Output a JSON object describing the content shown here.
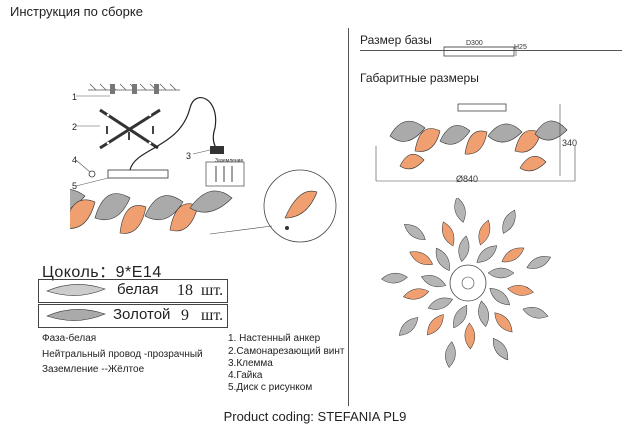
{
  "title": "Инструкция по сборке",
  "base": {
    "heading": "Размер базы",
    "diameter_label": "D300",
    "height_label": "H25"
  },
  "overall": {
    "heading": "Габаритные размеры",
    "height_label": "340",
    "diameter_label": "Ø840"
  },
  "assembly": {
    "callouts": [
      "1",
      "2",
      "3",
      "4",
      "5"
    ],
    "terminal_label": "Заземление"
  },
  "socket": {
    "text": "Цоколь：9*E14"
  },
  "leaves": [
    {
      "label": "белая",
      "count": "18",
      "unit": "шт."
    },
    {
      "label": "Золотой",
      "count": "9",
      "unit": "шт."
    }
  ],
  "wiring": [
    "Фаза-белая",
    "Нейтральный провод -прозрачный",
    "Заземление --Жёлтое"
  ],
  "parts": [
    "1. Настенный анкер",
    "2.Самонарезающий винт",
    "3.Клемма",
    "4.Гайка",
    "5.Диск с рисунком"
  ],
  "footer": "Product coding: STEFANIA PL9",
  "colors": {
    "leaf_orange": "#f0a070",
    "leaf_dark": "#333333",
    "line": "#444444"
  }
}
